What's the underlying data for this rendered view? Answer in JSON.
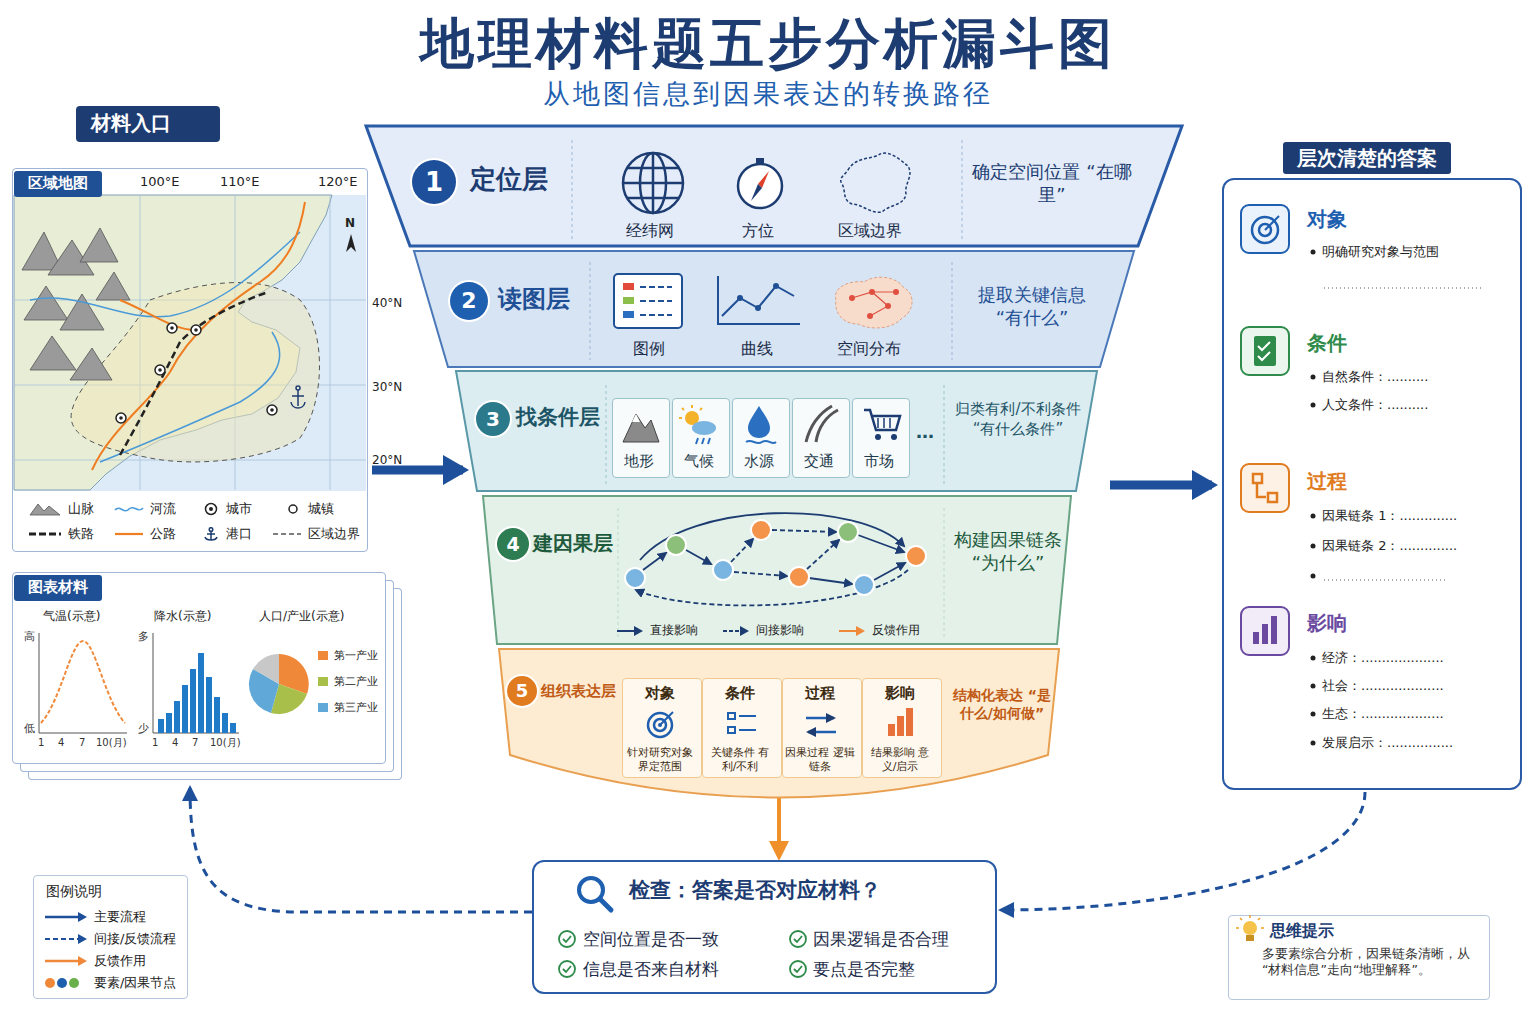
{
  "diagram": {
    "title": "地理材料题五步分析漏斗图",
    "caption": "从地图信息到因果表达的转换路径",
    "nodes": [
      {
        "text": [
          "材料入口"
        ]
      },
      {
        "text": [
          "区域地图"
        ]
      },
      {
        "text": [
          "图表材料"
        ]
      },
      {
        "text": [
          "气温(示意)"
        ],
        "in": 2
      },
      {
        "text": [
          "降水(示意)"
        ],
        "in": 2
      },
      {
        "text": [
          "人口/产业(示意)"
        ],
        "in": 2
      },
      {
        "text": [
          "1",
          "定位层",
          "确定空间位置 “在哪里”"
        ]
      },
      {
        "text": [
          "2",
          "读图层",
          "提取关键信息 “有什么”"
        ]
      },
      {
        "text": [
          "3",
          "找条件层",
          "归类有利/不利条件 “有什么条件”"
        ]
      },
      {
        "text": [
          "地形"
        ],
        "in": 8
      },
      {
        "text": [
          "气候"
        ],
        "in": 8
      },
      {
        "text": [
          "水源"
        ],
        "in": 8
      },
      {
        "text": [
          "交通"
        ],
        "in": 8
      },
      {
        "text": [
          "市场"
        ],
        "in": 8
      },
      {
        "text": [
          "4",
          "建因果层",
          "构建因果链条 “为什么”"
        ]
      },
      {
        "text": [
          "5",
          "组织表达层",
          "结构化表达 “是什么/如何做”"
        ]
      },
      {
        "text": [
          "对象",
          "针对研究对象 界定范围"
        ],
        "in": 15
      },
      {
        "text": [
          "条件",
          "关键条件 有利/不利"
        ],
        "in": 15
      },
      {
        "text": [
          "过程",
          "因果过程 逻辑链条"
        ],
        "in": 15
      },
      {
        "text": [
          "影响",
          "结果影响 意义/启示"
        ],
        "in": 15
      },
      {
        "text": [
          "检查：答案是否对应材料？",
          "空间位置是否一致",
          "因果逻辑是否合理",
          "信息是否来自材料",
          "要点是否完整"
        ]
      },
      {
        "text": [
          "层次清楚的答案"
        ]
      },
      {
        "text": [
          "对象",
          "明确研究对象与范围"
        ],
        "in": 21
      },
      {
        "text": [
          "条件",
          "自然条件：..........",
          "人文条件：.........."
        ],
        "in": 21
      },
      {
        "text": [
          "过程",
          "因果链条 1：..............",
          "因果链条 2：.............."
        ],
        "in": 21
      },
      {
        "text": [
          "影响",
          "经济：....................",
          "社会：....................",
          "生态：....................",
          "发展启示：................"
        ],
        "in": 21
      },
      {
        "text": [
          "图例说明"
        ]
      },
      {
        "text": [
          "思维提示",
          "多要素综合分析，因果链条清晰，从“材料信息”走向“地理解释”。"
        ]
      }
    ],
    "edges": [
      {
        "from": 1,
        "to": 8,
        "arrow": "to"
      },
      {
        "from": 8,
        "to": 21,
        "arrow": "to"
      },
      {
        "from": 15,
        "to": 20,
        "arrow": "to"
      },
      {
        "from": 20,
        "to": 2,
        "arrow": "to"
      },
      {
        "from": 21,
        "to": 20,
        "arrow": "to"
      }
    ],
    "labels": [
      "100°E",
      "110°E",
      "120°E",
      "N",
      "40°N",
      "30°N",
      "20°N",
      "高",
      "低",
      "1",
      "4",
      "7",
      "10(月)",
      "多",
      "少",
      "1",
      "4",
      "7",
      "10(月)",
      "经纬网",
      "方位",
      "区域边界",
      "图例",
      "曲线",
      "空间分布",
      "…"
    ],
    "legend": [
      {
        "text": "山脉"
      },
      {
        "text": "河流"
      },
      {
        "text": "城市"
      },
      {
        "text": "城镇"
      },
      {
        "text": "铁路"
      },
      {
        "text": "公路"
      },
      {
        "text": "港口"
      },
      {
        "text": "区域边界"
      },
      {
        "text": "直接影响"
      },
      {
        "text": "间接影响"
      },
      {
        "text": "反馈作用"
      },
      {
        "text": "第一产业",
        "color": "#f0883a"
      },
      {
        "text": "第二产业",
        "color": "#a8c04a"
      },
      {
        "text": "第三产业",
        "color": "#5fa8d8"
      },
      {
        "text": "主要流程"
      },
      {
        "text": "间接/反馈流程"
      },
      {
        "text": "反馈作用"
      },
      {
        "text": "要素/因果节点"
      }
    ]
  }
}
